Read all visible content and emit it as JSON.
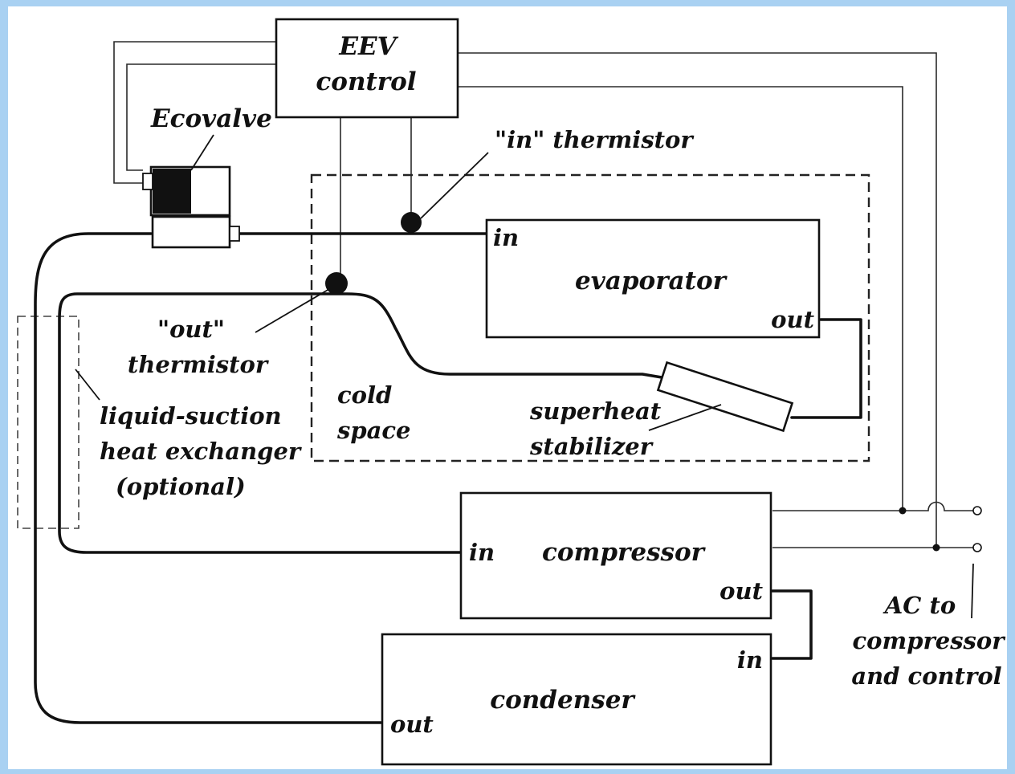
{
  "labels": {
    "eev_control_line1": "EEV",
    "eev_control_line2": "control",
    "ecovalve": "Ecovalve",
    "in_thermistor": "\"in\" thermistor",
    "evaporator": "evaporator",
    "evaporator_in": "in",
    "evaporator_out": "out",
    "out_thermistor_line1": "\"out\"",
    "out_thermistor_line2": "thermistor",
    "cold_space_line1": "cold",
    "cold_space_line2": "space",
    "superheat_line1": "superheat",
    "superheat_line2": "stabilizer",
    "lshx_line1": "liquid-suction",
    "lshx_line2": "heat exchanger",
    "lshx_line3": "(optional)",
    "compressor": "compressor",
    "compressor_in": "in",
    "compressor_out": "out",
    "condenser": "condenser",
    "condenser_in": "in",
    "condenser_out": "out",
    "ac_line1": "AC to",
    "ac_line2": "compressor",
    "ac_line3": "and control"
  },
  "colors": {
    "frame": "#a9d1f2",
    "ink": "#111111",
    "background": "#ffffff"
  }
}
